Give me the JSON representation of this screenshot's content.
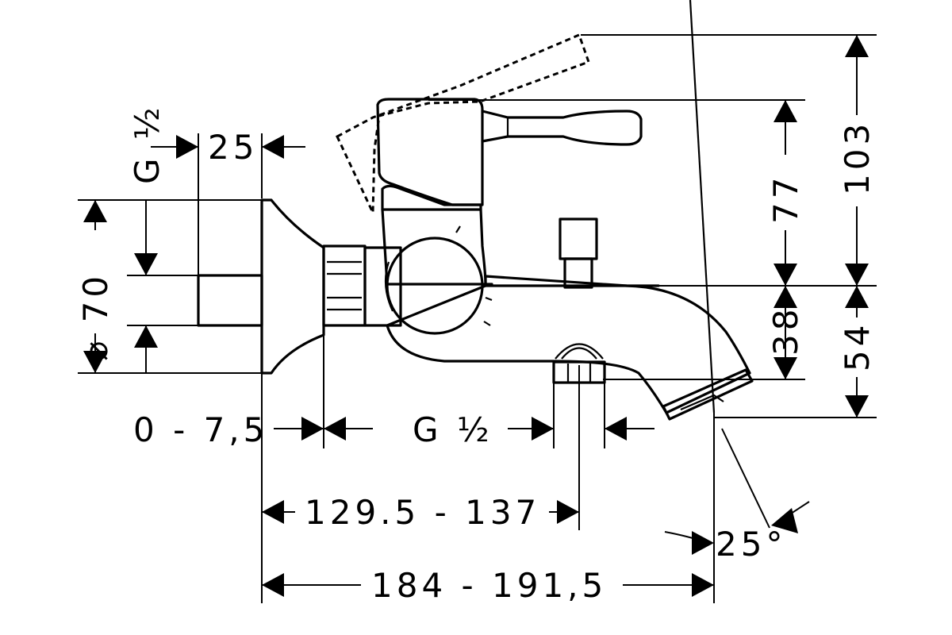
{
  "drawing": {
    "dim_outlet_offset": "25",
    "dim_thread_top": "G ½",
    "dim_flange_diameter": "⌀ 70",
    "dim_wall_adjust": "0 - 7,5",
    "dim_thread_bottom": "G ½",
    "dim_centre_range": "129.5 - 137",
    "dim_overall_length": "184 - 191,5",
    "dim_angle": "25°",
    "dim_lever_height": "77",
    "dim_total_height": "103",
    "dim_spout_drop": "38",
    "dim_spout_height": "54"
  }
}
